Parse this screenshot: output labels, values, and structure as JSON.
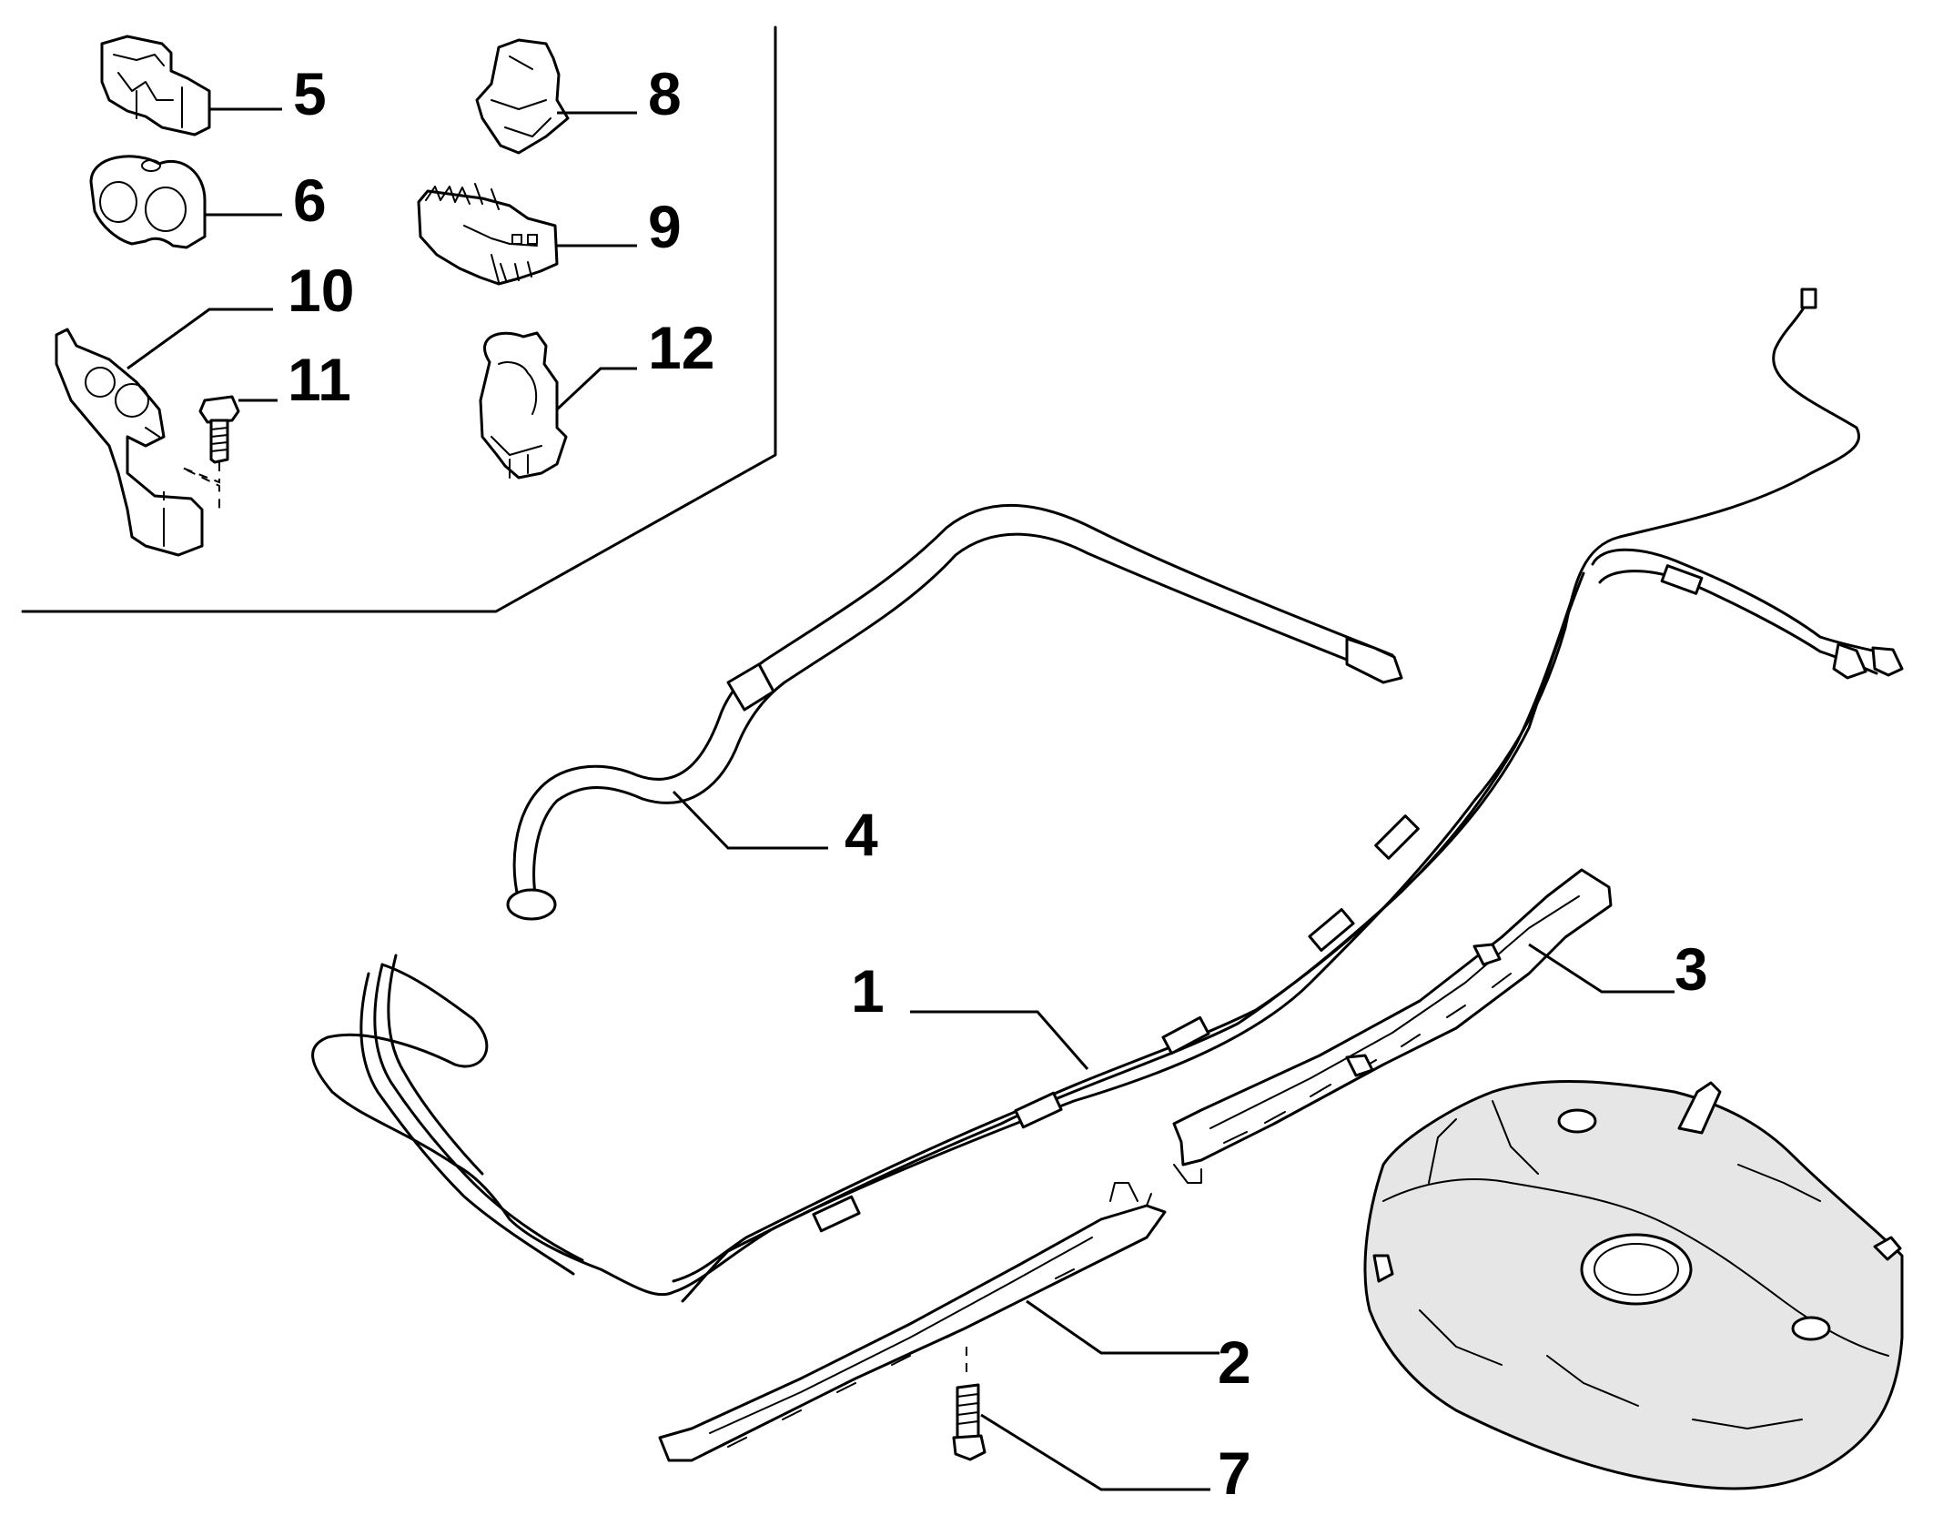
{
  "parts": [
    {
      "id": "label-1",
      "number": "1"
    },
    {
      "id": "label-2",
      "number": "2"
    },
    {
      "id": "label-3",
      "number": "3"
    },
    {
      "id": "label-4",
      "number": "4"
    },
    {
      "id": "label-5",
      "number": "5"
    },
    {
      "id": "label-6",
      "number": "6"
    },
    {
      "id": "label-7",
      "number": "7"
    },
    {
      "id": "label-8",
      "number": "8"
    },
    {
      "id": "label-9",
      "number": "9"
    },
    {
      "id": "label-10",
      "number": "10"
    },
    {
      "id": "label-11",
      "number": "11"
    },
    {
      "id": "label-12",
      "number": "12"
    }
  ],
  "colors": {
    "line": "#000000",
    "background": "#ffffff",
    "shade": "#e6e6e6"
  }
}
